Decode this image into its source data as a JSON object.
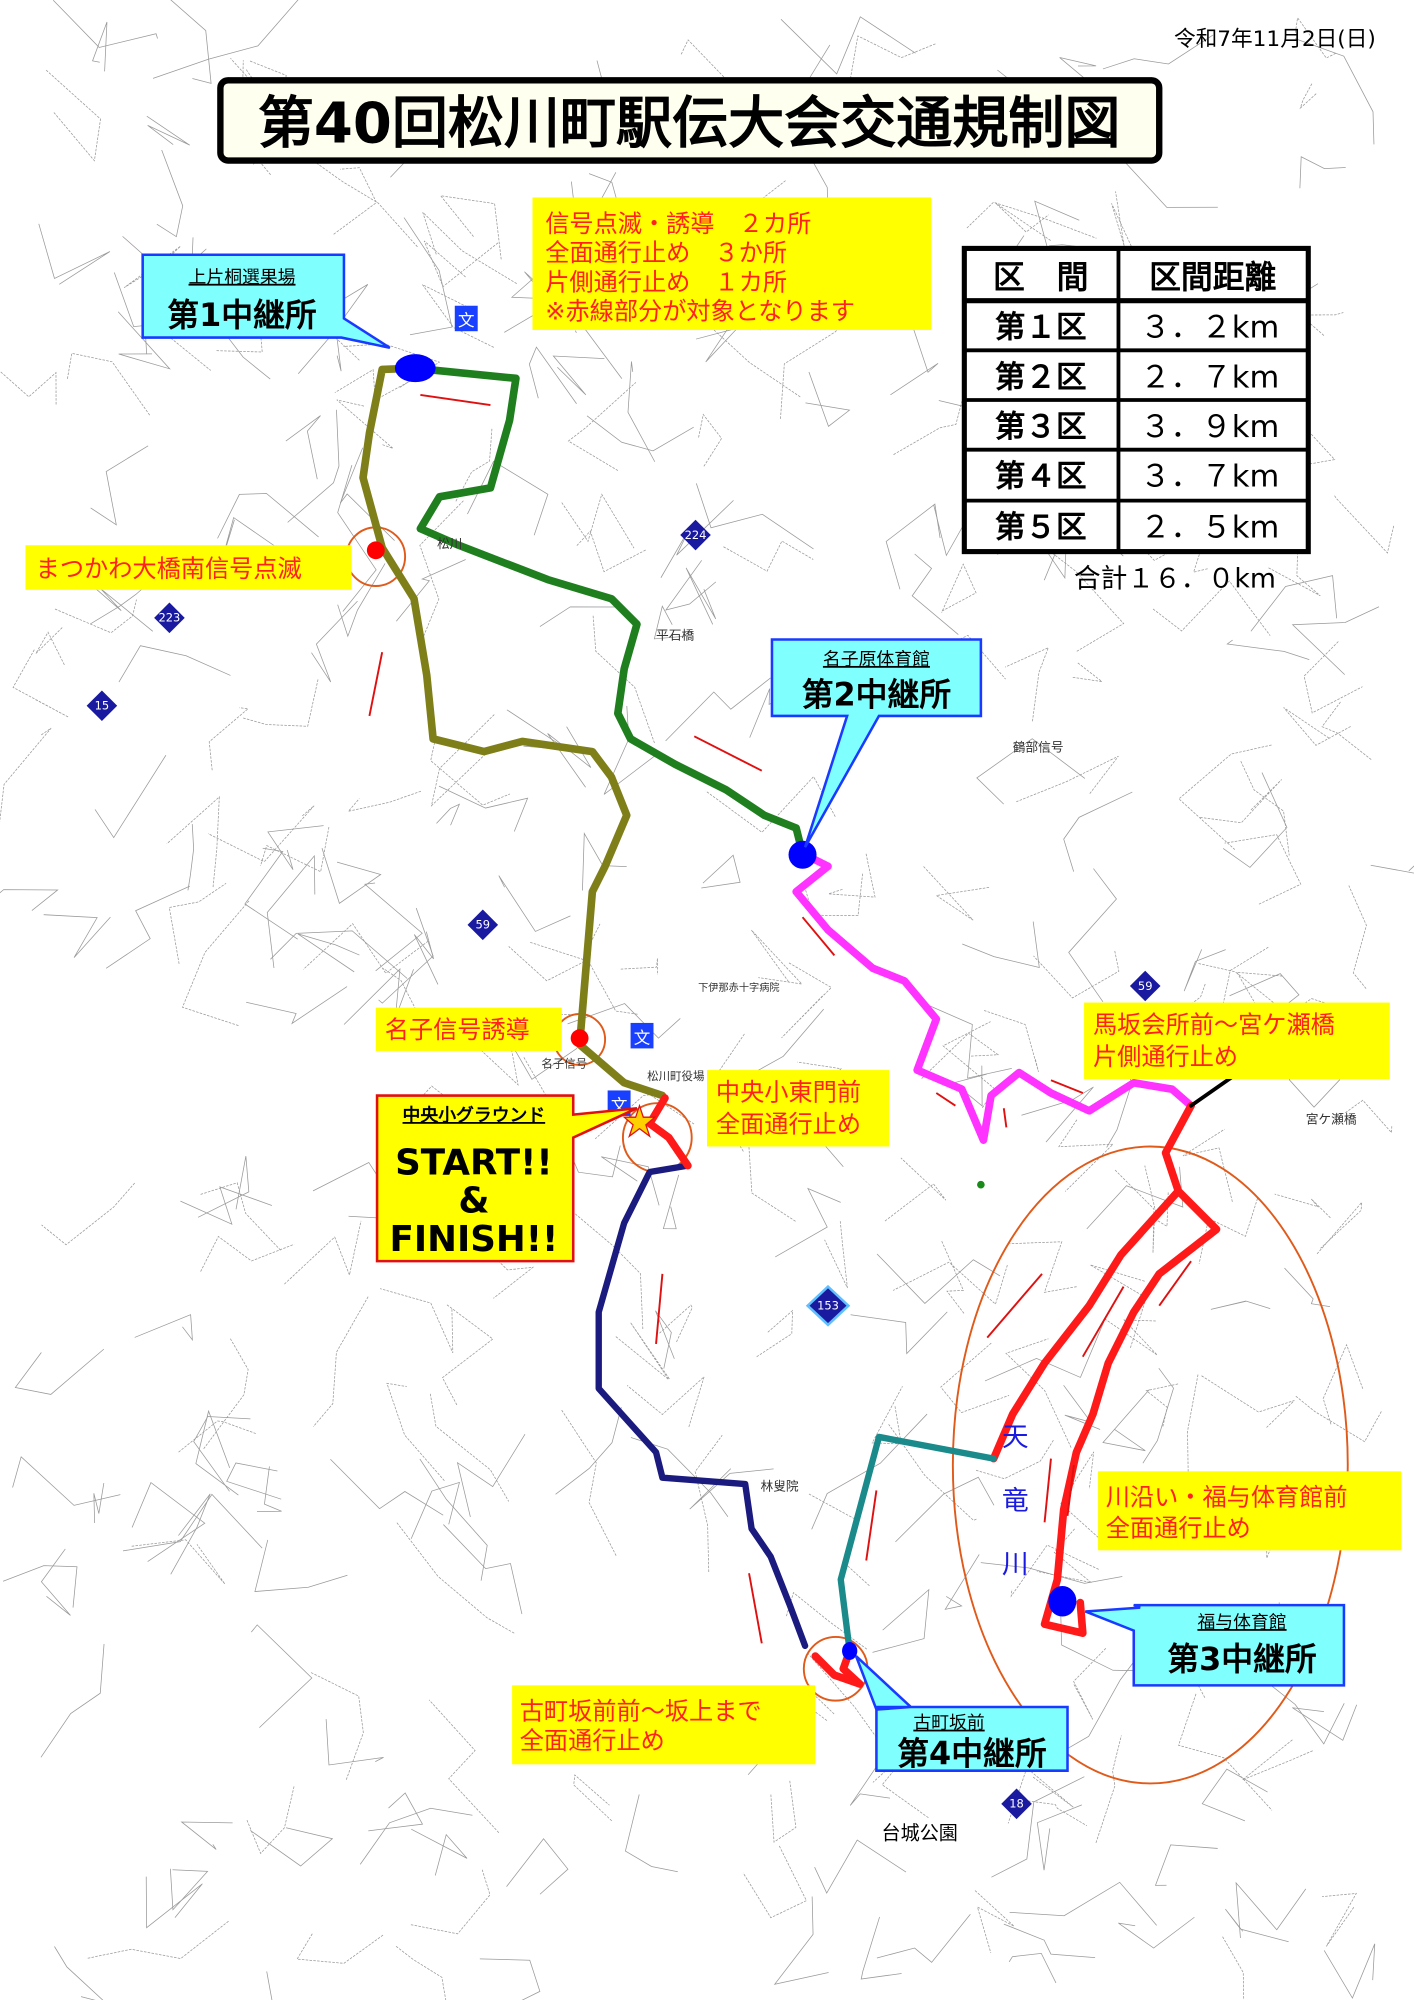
{
  "date": "令和7年11月2日(日)",
  "title": "第40回松川町駅伝大会交通規制図",
  "notice": {
    "lines": [
      "信号点滅・誘導　２カ所",
      "全面通行止め　３か所",
      "片側通行止め　１カ所",
      "※赤線部分が対象となります"
    ]
  },
  "distance_table": {
    "headers": [
      "区　間",
      "区間距離"
    ],
    "rows": [
      {
        "section": "第１区",
        "distance": "３．２km"
      },
      {
        "section": "第２区",
        "distance": "２．７km"
      },
      {
        "section": "第３区",
        "distance": "３．９km"
      },
      {
        "section": "第４区",
        "distance": "３．７km"
      },
      {
        "section": "第５区",
        "distance": "２．５km"
      }
    ],
    "total": "合計１６．０km"
  },
  "relays": [
    {
      "place": "上片桐選果場",
      "name": "第1中継所"
    },
    {
      "place": "名子原体育館",
      "name": "第2中継所"
    },
    {
      "place": "福与体育館",
      "name": "第3中継所"
    },
    {
      "place": "古町坂前",
      "name": "第4中継所"
    }
  ],
  "start_finish": {
    "place": "中央小グラウンド",
    "start": "START!!",
    "amp": "&",
    "finish": "FINISH!!"
  },
  "restrictions": [
    {
      "text": "まつかわ大橋南信号点滅"
    },
    {
      "text": "名子信号誘導"
    },
    {
      "lines": [
        "中央小東門前",
        "全面通行止め"
      ]
    },
    {
      "lines": [
        "馬坂会所前～宮ケ瀬橋",
        "片側通行止め"
      ]
    },
    {
      "lines": [
        "川沿い・福与体育館前",
        "全面通行止め"
      ]
    },
    {
      "lines": [
        "古町坂前前～坂上まで",
        "全面通行止め"
      ]
    }
  ],
  "map_labels": {
    "river": [
      "天",
      "竜",
      "川"
    ],
    "hirai_bridge": "平石橋",
    "tsurube_signal": "鶴部信号",
    "hospital": "下伊那赤十字病院",
    "town_office": "松川町役場",
    "nako_signal": "名子信号",
    "miyagase_bridge": "宮ケ瀬橋",
    "rinkoin": "林叟院",
    "daijo_park": "台城公園",
    "matsukawa": "松川",
    "school_mark": "文",
    "routes": [
      "224",
      "223",
      "15",
      "59",
      "59",
      "153",
      "18"
    ]
  },
  "colors": {
    "section1": "#7f7f1a",
    "section1b": "#1f7f1f",
    "section2": "#ff33ff",
    "section3": "#ff1a1a",
    "section4": "#1a8a8a",
    "section5": "#1a1a7f",
    "relay_dot": "#0000ff",
    "callout": "#80ffff",
    "note_bg": "#ffff00",
    "note_text": "#ff2020"
  }
}
